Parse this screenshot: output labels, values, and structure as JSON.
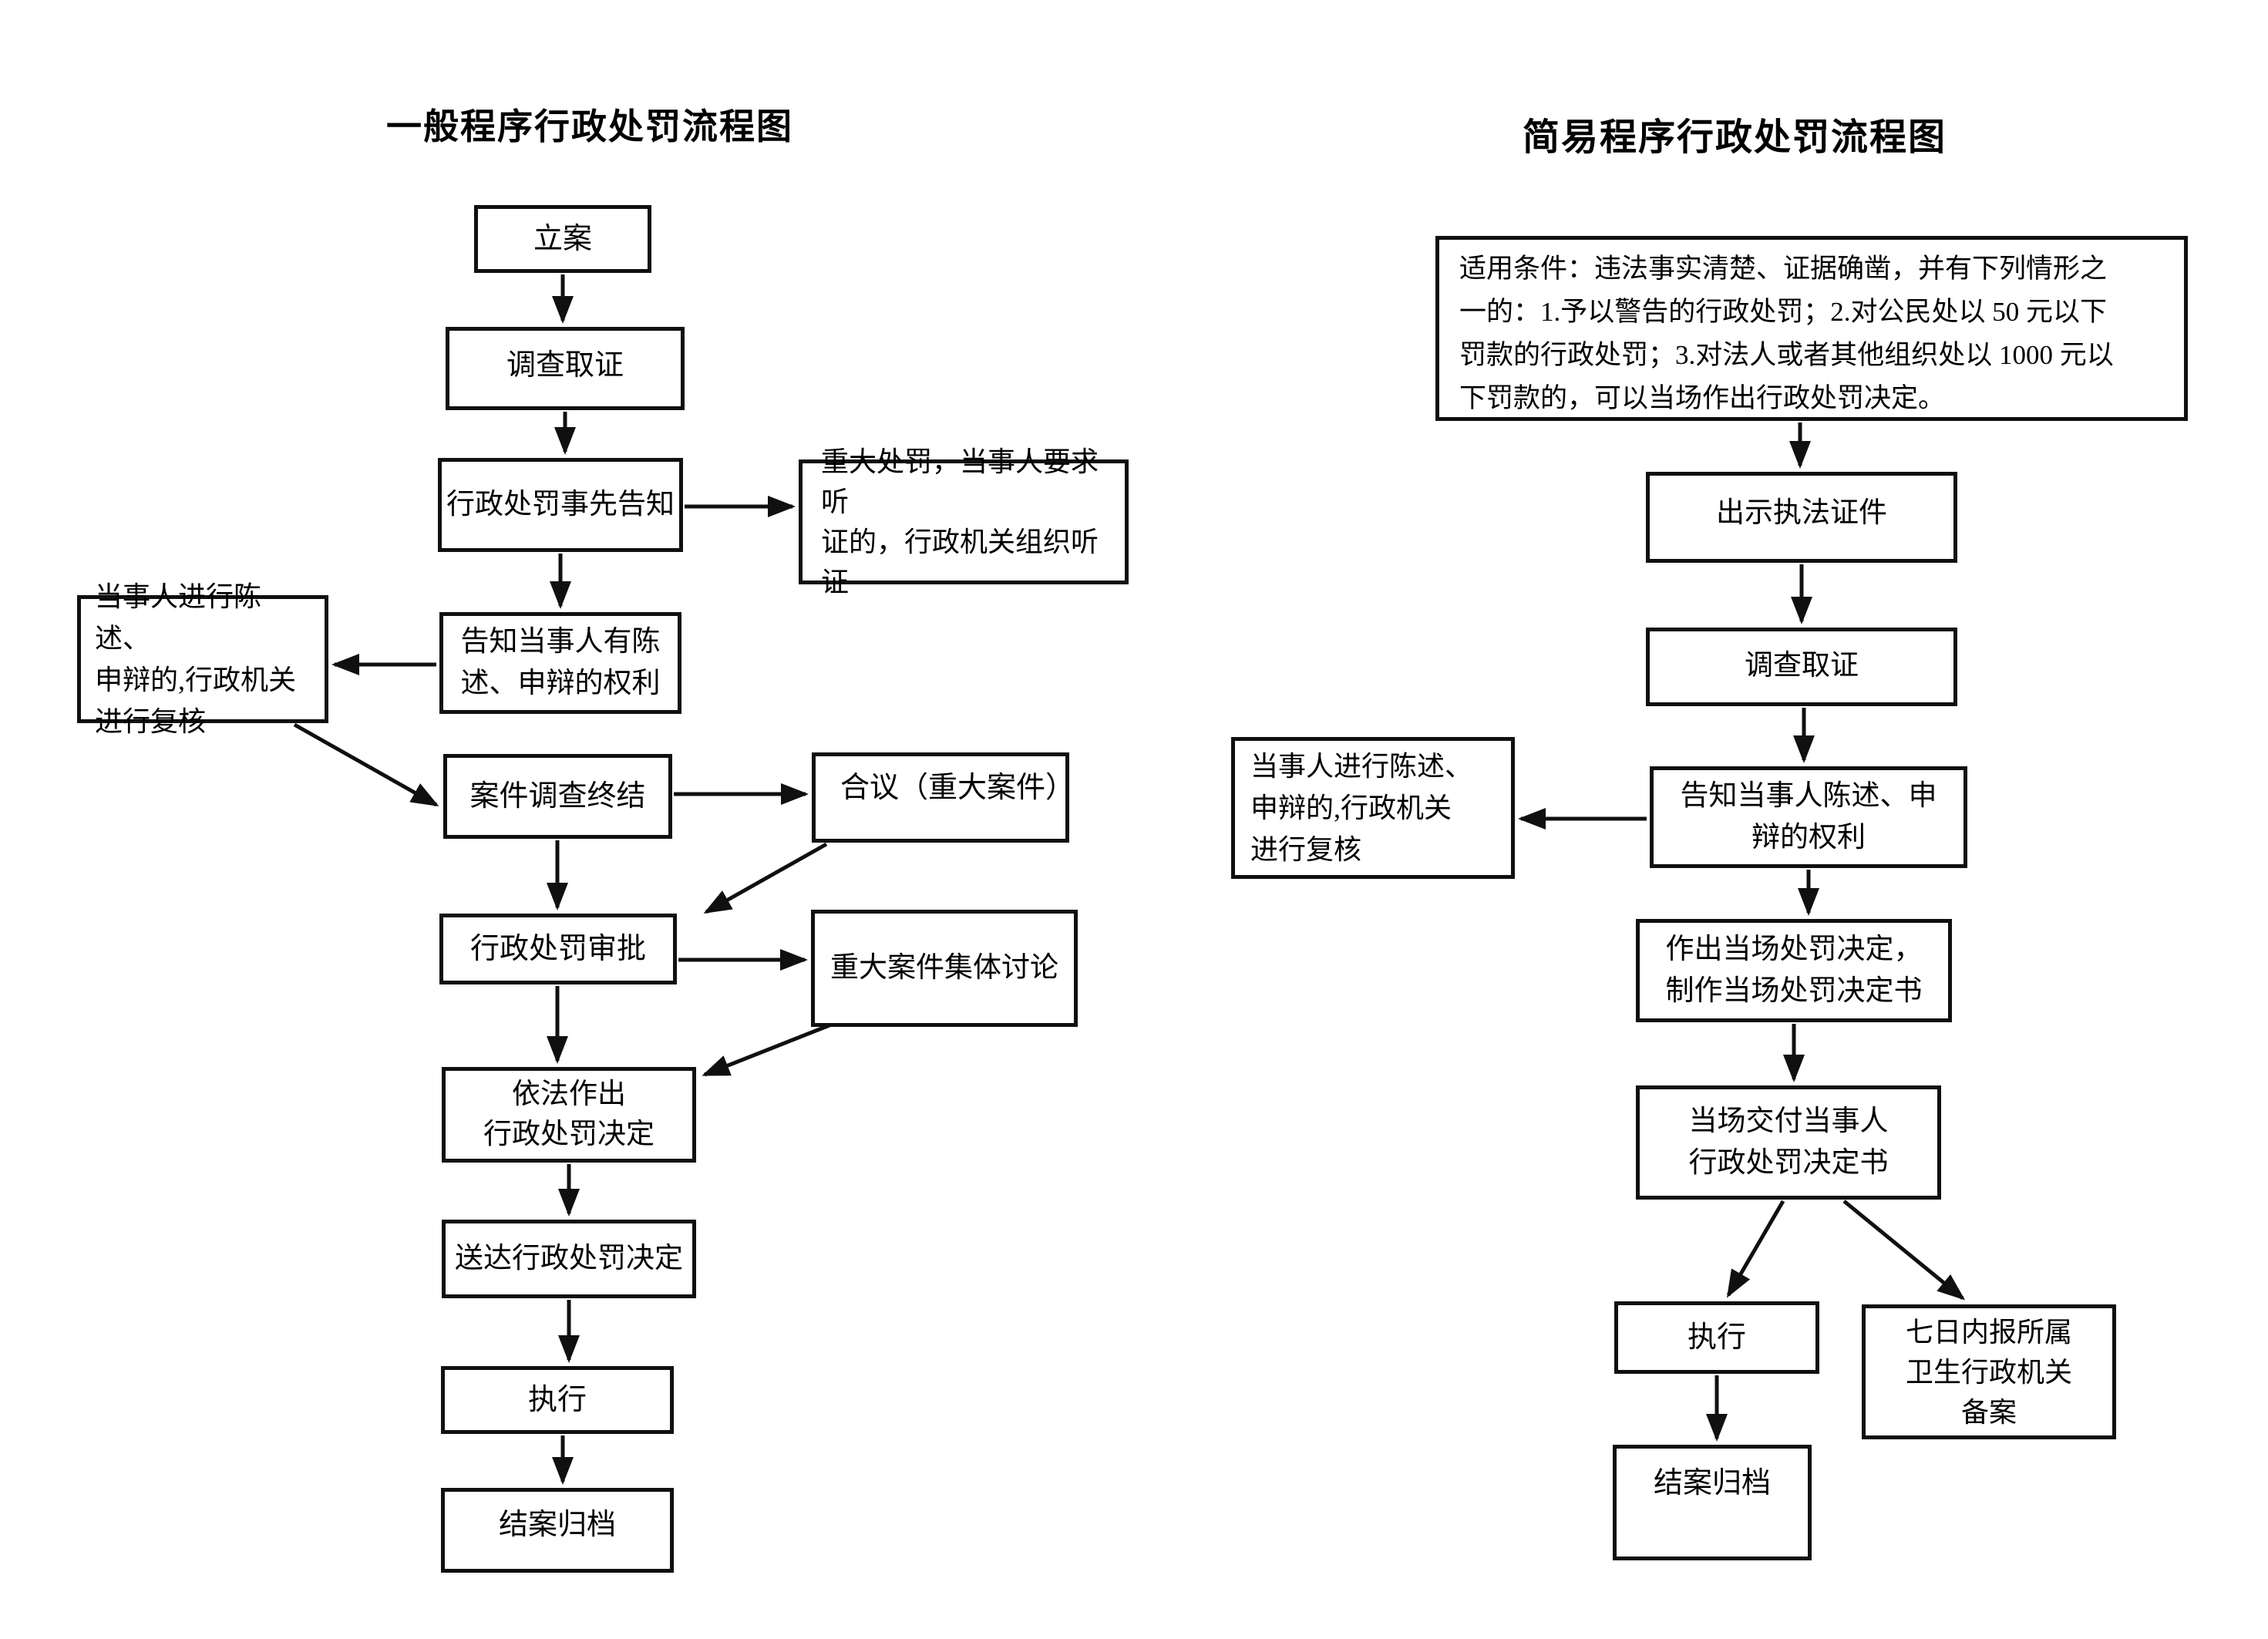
{
  "left_chart": {
    "title": "一般程序行政处罚流程图",
    "nodes": {
      "filing": "立案",
      "investigation": "调查取证",
      "prior_notice": "行政处罚事先告知",
      "hearing": "重大处罚，当事人要求听\n证的，行政机关组织听证",
      "review": "当事人进行陈述、\n申辩的,行政机关\n进行复核",
      "rights": "告知当事人有陈\n述、申辩的权利",
      "conclude": "案件调查终结",
      "panel": "合议（重大案件）",
      "approval": "行政处罚审批",
      "discussion": "重大案件集体讨论",
      "decision": "依法作出\n行政处罚决定",
      "serve": "送达行政处罚决定",
      "execute": "执行",
      "archive": "结案归档"
    },
    "edges": [
      {
        "from": "filing",
        "to": "investigation"
      },
      {
        "from": "investigation",
        "to": "prior_notice"
      },
      {
        "from": "prior_notice",
        "to": "hearing"
      },
      {
        "from": "prior_notice",
        "to": "rights"
      },
      {
        "from": "rights",
        "to": "review"
      },
      {
        "from": "review",
        "to": "conclude"
      },
      {
        "from": "conclude",
        "to": "panel"
      },
      {
        "from": "panel",
        "to": "approval"
      },
      {
        "from": "conclude",
        "to": "approval"
      },
      {
        "from": "approval",
        "to": "discussion"
      },
      {
        "from": "discussion",
        "to": "decision"
      },
      {
        "from": "approval",
        "to": "decision"
      },
      {
        "from": "decision",
        "to": "serve"
      },
      {
        "from": "serve",
        "to": "execute"
      },
      {
        "from": "execute",
        "to": "archive"
      }
    ]
  },
  "right_chart": {
    "title": "简易程序行政处罚流程图",
    "nodes": {
      "conditions": "适用条件：违法事实清楚、证据确凿，并有下列情形之\n一的：1.予以警告的行政处罚；2.对公民处以 50 元以下\n罚款的行政处罚；3.对法人或者其他组织处以 1000 元以\n下罚款的，可以当场作出行政处罚决定。",
      "credentials": "出示执法证件",
      "investigation": "调查取证",
      "rights": "告知当事人陈述、申\n辩的权利",
      "review": "当事人进行陈述、\n申辩的,行政机关\n进行复核",
      "onsite_decision": "作出当场处罚决定，\n制作当场处罚决定书",
      "deliver": "当场交付当事人\n行政处罚决定书",
      "execute": "执行",
      "report": "七日内报所属\n卫生行政机关\n备案",
      "archive": "结案归档"
    },
    "edges": [
      {
        "from": "conditions",
        "to": "credentials"
      },
      {
        "from": "credentials",
        "to": "investigation"
      },
      {
        "from": "investigation",
        "to": "rights"
      },
      {
        "from": "rights",
        "to": "review"
      },
      {
        "from": "rights",
        "to": "onsite_decision"
      },
      {
        "from": "onsite_decision",
        "to": "deliver"
      },
      {
        "from": "deliver",
        "to": "execute"
      },
      {
        "from": "deliver",
        "to": "report"
      },
      {
        "from": "execute",
        "to": "archive"
      }
    ]
  }
}
